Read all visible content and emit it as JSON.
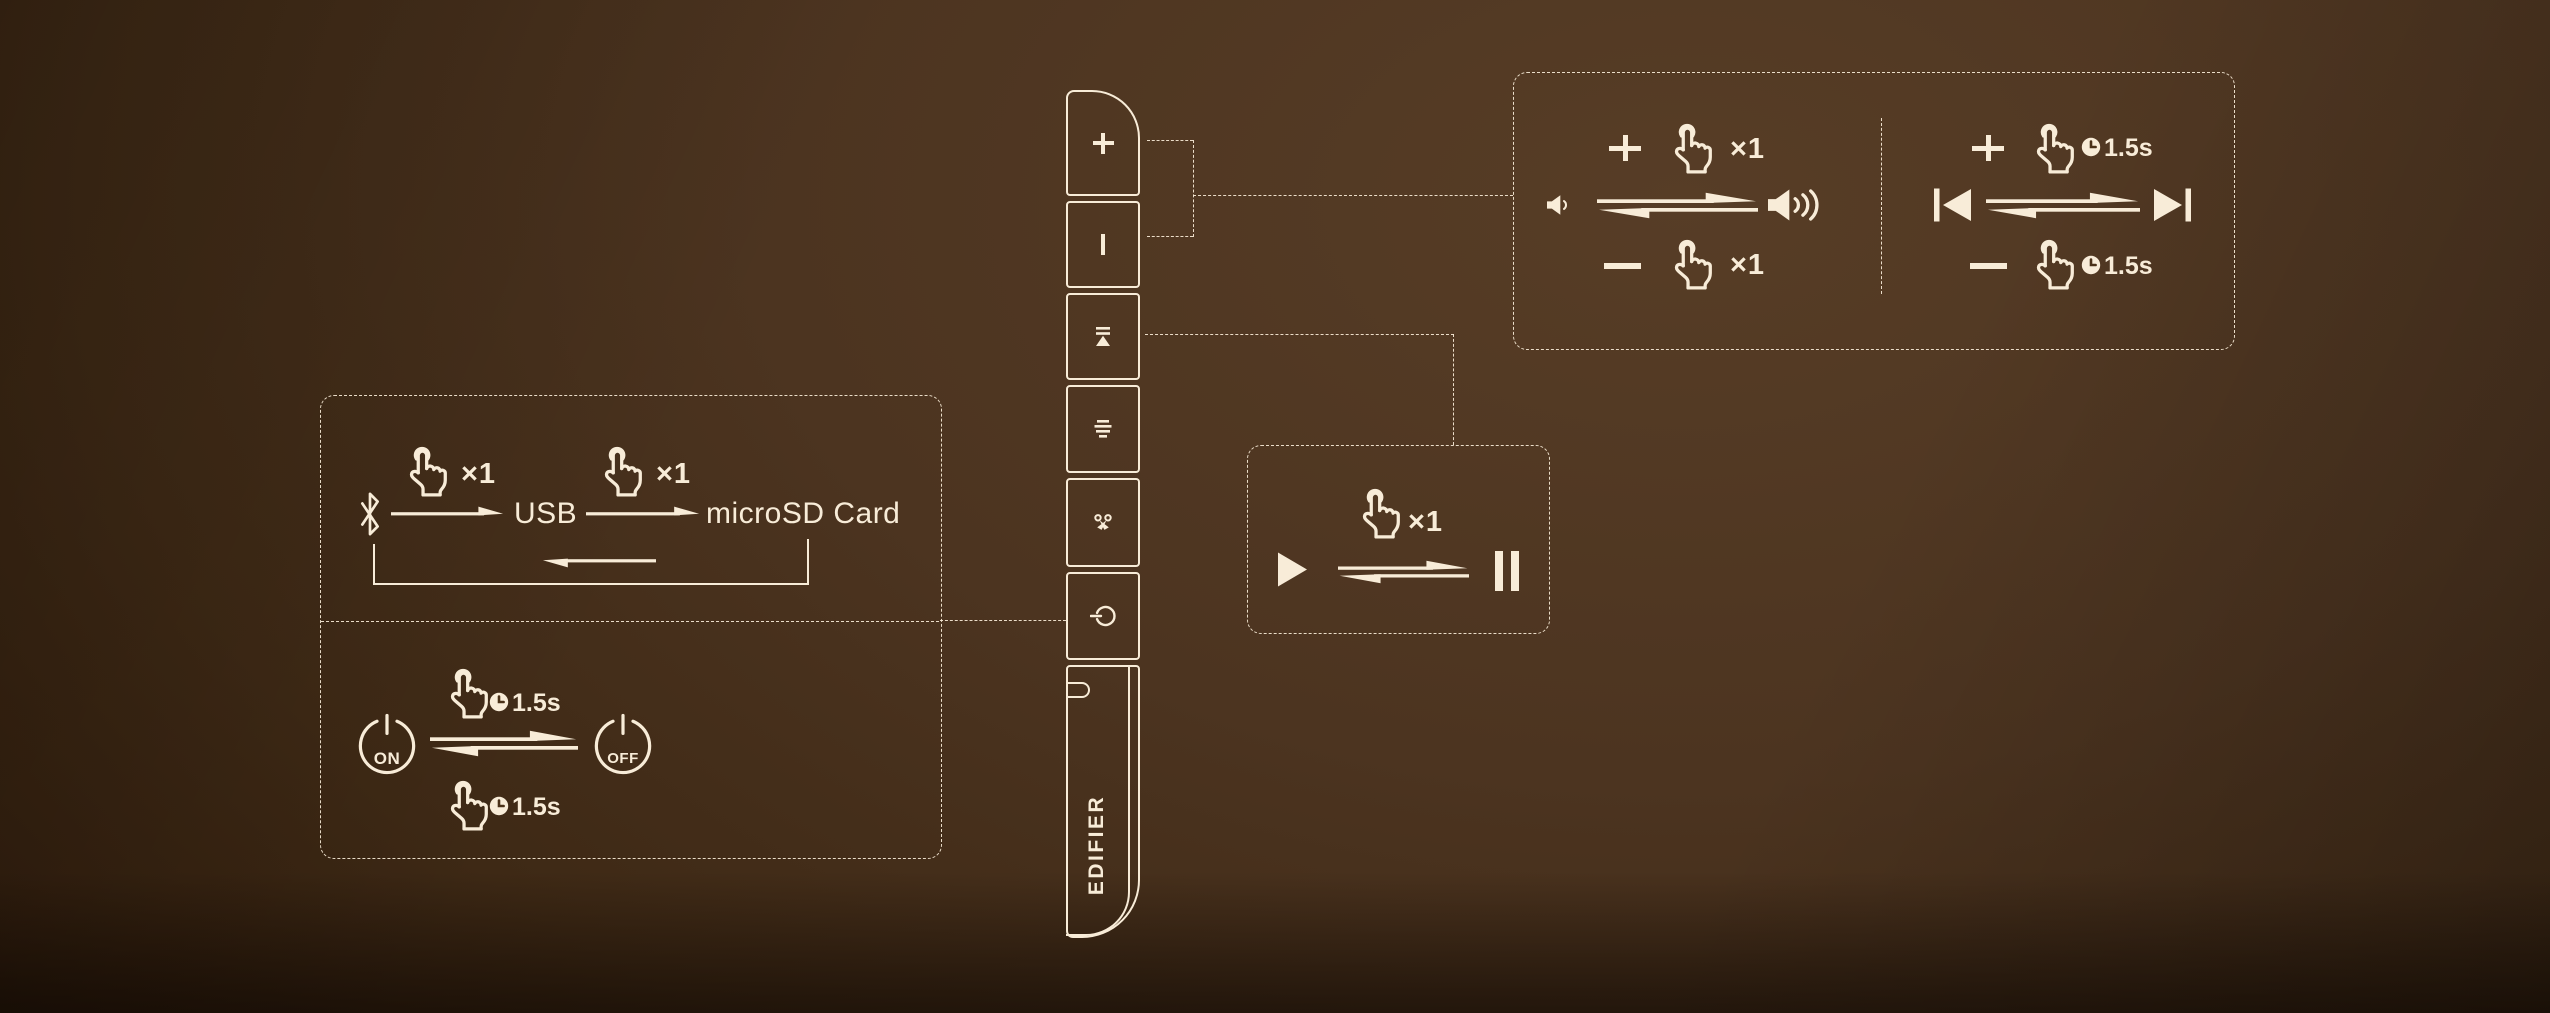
{
  "colors": {
    "ink": "#f8ecd8",
    "background_center": "#573d26",
    "background_edge": "#22130a"
  },
  "device_strip": {
    "logo": "EDIFIER",
    "buttons": [
      {
        "name": "volume-up",
        "icon": "plus-icon",
        "label": "+"
      },
      {
        "name": "volume-down",
        "icon": "minus-icon",
        "label": "−"
      },
      {
        "name": "play-pause",
        "icon": "play-pause-icon",
        "label": "play/pause"
      },
      {
        "name": "sound-effect",
        "icon": "equalizer-icon",
        "label": "sound effect"
      },
      {
        "name": "pairing",
        "icon": "scissors-icon",
        "label": "scissors"
      },
      {
        "name": "power-source",
        "icon": "power-icon",
        "label": "power / source"
      }
    ]
  },
  "volume_callout": {
    "plus": "+",
    "minus": "−",
    "tap": "×1",
    "hold": "1.5s",
    "volume_toggle": {
      "from_icon": "speaker-low-icon",
      "to_icon": "speaker-high-icon"
    },
    "track_toggle": {
      "from_icon": "previous-track-icon",
      "to_icon": "next-track-icon"
    }
  },
  "source_callout": {
    "tap": "×1",
    "hold": "1.5s",
    "bluetooth_icon": "bluetooth-icon",
    "usb": "USB",
    "microsd": "microSD Card",
    "power": {
      "on": "ON",
      "off": "OFF"
    }
  },
  "play_callout": {
    "tap": "×1",
    "play_icon": "play-icon",
    "pause_icon": "pause-icon"
  }
}
